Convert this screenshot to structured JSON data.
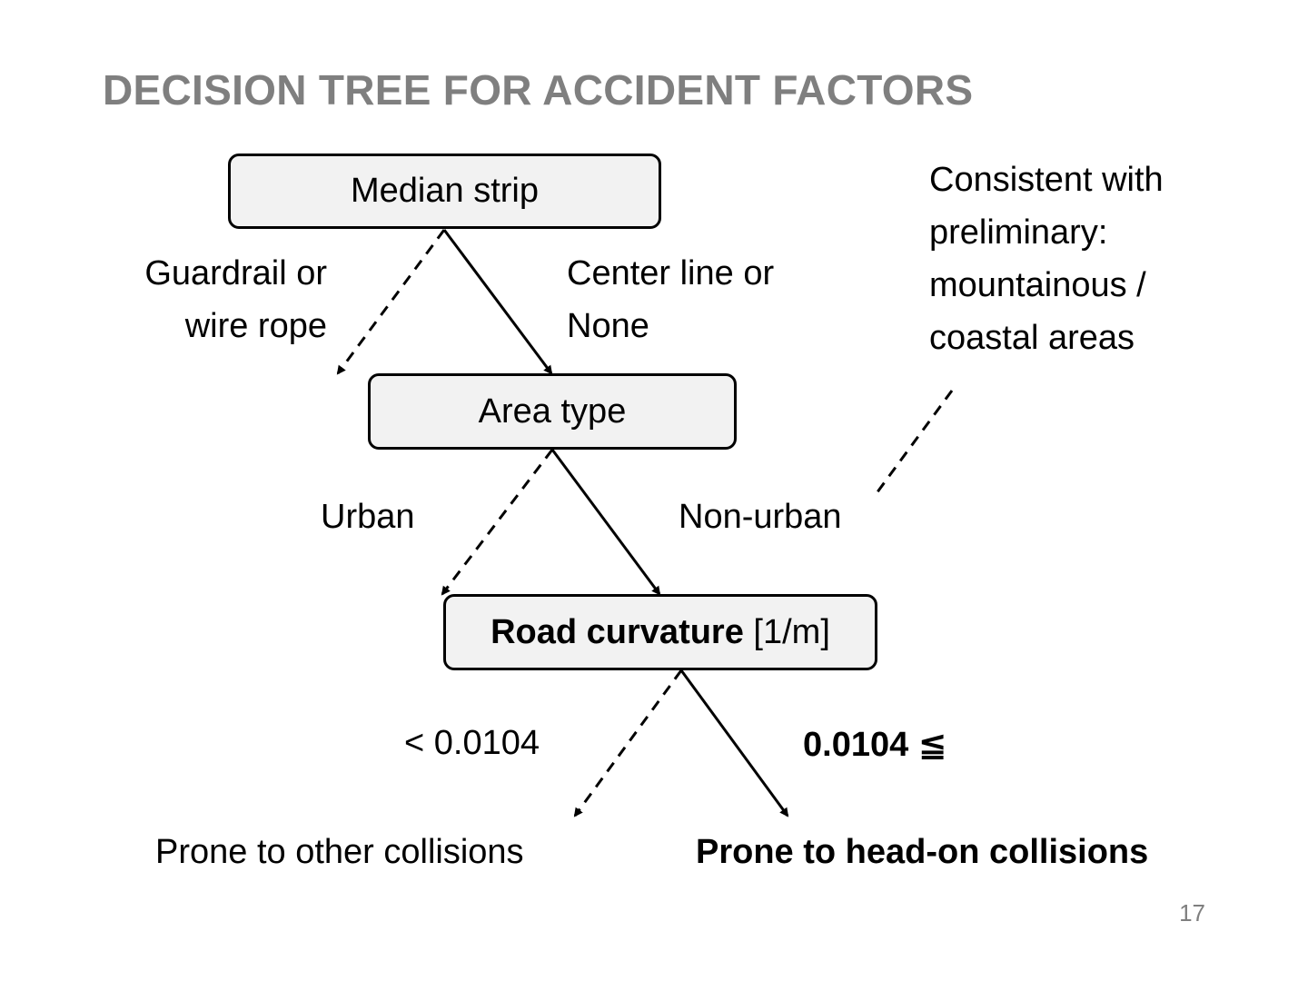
{
  "title": "DECISION TREE FOR ACCIDENT FACTORS",
  "nodes": {
    "median_strip": "Median strip",
    "area_type": "Area type",
    "road_curvature": {
      "name": "Road curvature",
      "unit": "[1/m]"
    }
  },
  "branches": {
    "median_left": [
      "Guardrail or",
      "wire rope"
    ],
    "median_right": [
      "Center line or",
      "None"
    ],
    "area_left": "Urban",
    "area_right": "Non-urban",
    "curvature_left": "< 0.0104",
    "curvature_right": "0.0104 ≦"
  },
  "outcomes": {
    "left": "Prone to other collisions",
    "right": "Prone to head-on collisions"
  },
  "note": [
    "Consistent with",
    "preliminary:",
    "mountainous /",
    "coastal areas"
  ],
  "page_number": "17"
}
